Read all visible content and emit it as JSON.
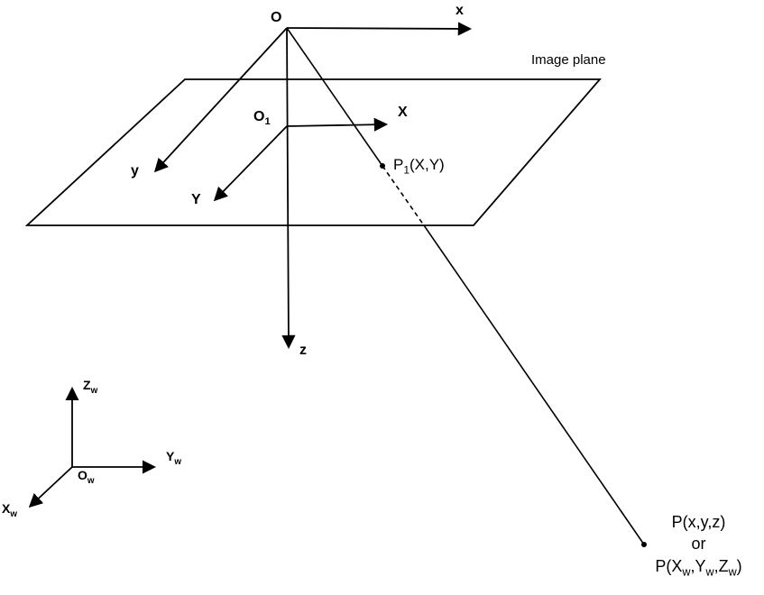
{
  "diagram": {
    "title": "Camera / world coordinate system projection diagram",
    "labels": {
      "camera_origin": "O",
      "camera_x": "x",
      "camera_y": "y",
      "camera_z": "z",
      "image_plane": "Image plane",
      "plane_origin_main": "O",
      "plane_origin_sub": "1",
      "plane_x": "X",
      "plane_y": "Y",
      "p1_main": "P",
      "p1_sub": "1",
      "p1_coords": "(X,Y)",
      "world_z_main": "Z",
      "world_z_sub": "w",
      "world_y_main": "Y",
      "world_y_sub": "w",
      "world_x_main": "X",
      "world_x_sub": "w",
      "world_o_main": "O",
      "world_o_sub": "w",
      "point_line1": "P(x,y,z)",
      "point_line2": "or",
      "point_line3": [
        "P(X",
        "w",
        ",Y",
        "w",
        ",Z",
        "w",
        ")"
      ]
    },
    "colors": {
      "stroke": "#000000",
      "background": "#ffffff"
    }
  }
}
